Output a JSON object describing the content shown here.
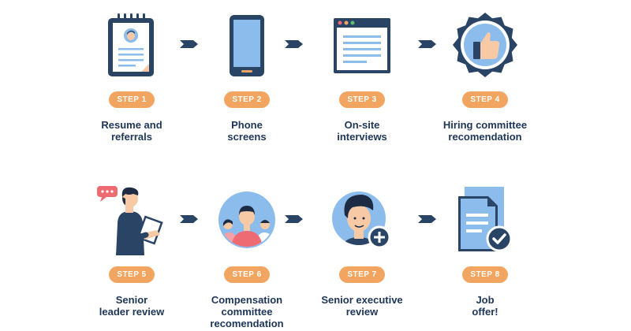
{
  "colors": {
    "badge": "#f2a560",
    "caption": "#1d3557",
    "navy": "#2a4466",
    "blue": "#8bbcec",
    "accent_red": "#ef6b73"
  },
  "steps": [
    {
      "badge": "STEP 1",
      "caption": [
        "Resume and",
        "referrals"
      ],
      "icon": "clipboard-resume-icon"
    },
    {
      "badge": "STEP 2",
      "caption": [
        "Phone",
        "screens"
      ],
      "icon": "smartphone-icon"
    },
    {
      "badge": "STEP 3",
      "caption": [
        "On-site",
        "interviews"
      ],
      "icon": "browser-window-icon"
    },
    {
      "badge": "STEP 4",
      "caption": [
        "Hiring committee",
        "recomendation"
      ],
      "icon": "thumbs-up-seal-icon"
    },
    {
      "badge": "STEP 5",
      "caption": [
        "Senior",
        "leader review"
      ],
      "icon": "man-with-tablet-icon"
    },
    {
      "badge": "STEP 6",
      "caption": [
        "Compensation",
        "committee",
        "recomendation"
      ],
      "icon": "group-avatar-icon"
    },
    {
      "badge": "STEP 7",
      "caption": [
        "Senior executive",
        "review"
      ],
      "icon": "executive-avatar-add-icon"
    },
    {
      "badge": "STEP 8",
      "caption": [
        "Job",
        "offer!"
      ],
      "icon": "document-check-icon"
    }
  ]
}
